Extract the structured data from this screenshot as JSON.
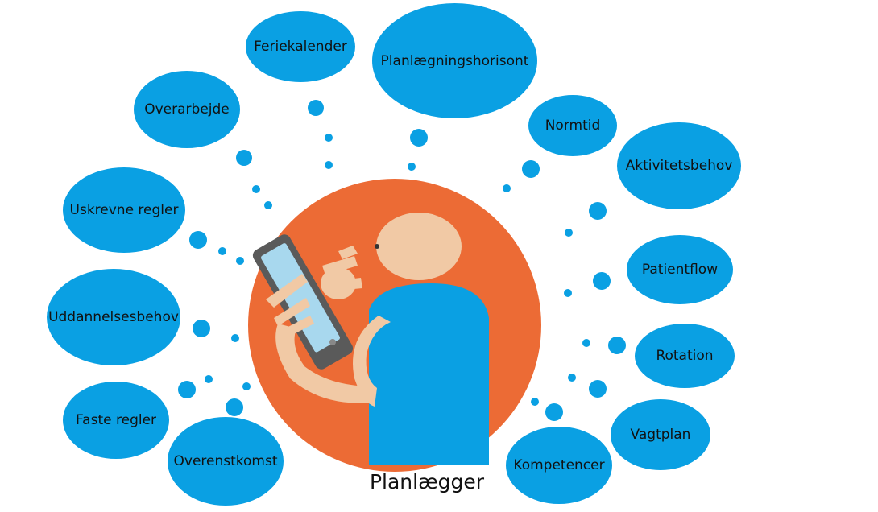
{
  "central_label": "Planlægger",
  "colors": {
    "bubble": "#0aa0e3",
    "circle": "#ec6b35",
    "skin": "#f1c9a5",
    "shirt": "#0aa0e3",
    "phone": "#5a5a5a",
    "screen": "#a8d8ee"
  },
  "bubbles": [
    {
      "id": "feriekalender",
      "label": "Feriekalender"
    },
    {
      "id": "planlaegningshorisont",
      "label": "Planlægningshorisont"
    },
    {
      "id": "overarbejde",
      "label": "Overarbejde"
    },
    {
      "id": "normtid",
      "label": "Normtid"
    },
    {
      "id": "aktivitetsbehov",
      "label": "Aktivitetsbehov"
    },
    {
      "id": "uskrevne-regler",
      "label": "Uskrevne regler"
    },
    {
      "id": "patientflow",
      "label": "Patientflow"
    },
    {
      "id": "uddannelsesbehov",
      "label": "Uddannelsesbehov"
    },
    {
      "id": "rotation",
      "label": "Rotation"
    },
    {
      "id": "faste-regler",
      "label": "Faste regler"
    },
    {
      "id": "vagtplan",
      "label": "Vagtplan"
    },
    {
      "id": "overenstkomst",
      "label": "Overenstkomst"
    },
    {
      "id": "kompetencer",
      "label": "Kompetencer"
    }
  ]
}
